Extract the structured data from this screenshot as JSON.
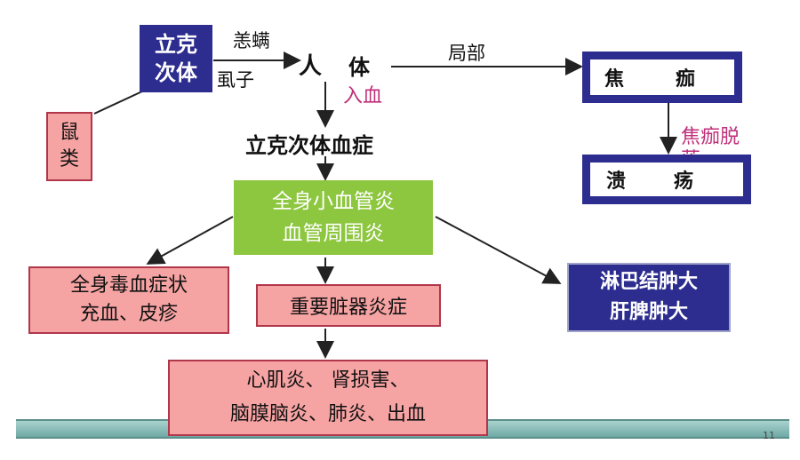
{
  "colors": {
    "navy": "#2d2d8f",
    "pink_fill": "#f6a3a3",
    "pink_border": "#b0364a",
    "green": "#8dc63f",
    "magenta": "#c0307a",
    "bar_teal": "#7fb8b4",
    "bar_gray": "#7d8a8a"
  },
  "nodes": {
    "rickettsia": {
      "line1": "立克",
      "line2": "次体"
    },
    "rodent": {
      "line1": "鼠",
      "line2": "类"
    },
    "human": {
      "ren": "人",
      "ti": "体"
    },
    "eschar": {
      "left": "焦",
      "right": "痂"
    },
    "ulcer": {
      "left": "溃",
      "right": "疡"
    },
    "rickettsemia": "立克次体血症",
    "vasculitis": {
      "line1": "全身小血管炎",
      "line2": "血管周围炎"
    },
    "toxemia": {
      "line1": "全身毒血症状",
      "line2": "充血、皮疹"
    },
    "organ_inflammation": "重要脏器炎症",
    "organ_list": {
      "line1": "心肌炎、 肾损害、",
      "line2": "脑膜脑炎、肺炎、出血"
    },
    "lymph": {
      "line1": "淋巴结肿大",
      "line2": "肝脾肿大"
    }
  },
  "edge_labels": {
    "chigger": "恙螨",
    "louse": "虱子",
    "blood_entry": "入血",
    "local": "局部",
    "eschar_shedding": {
      "line1": "焦痂脱",
      "line2": "落"
    }
  },
  "slide_number": "11"
}
